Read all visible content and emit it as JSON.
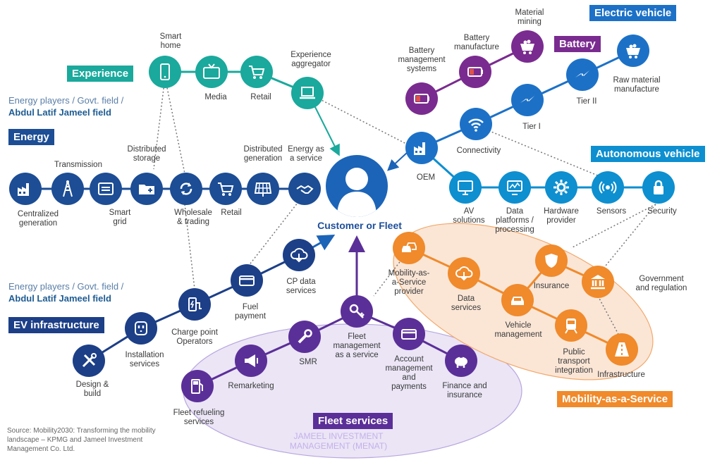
{
  "colors": {
    "energy": "#1c4d95",
    "experience": "#1aa99c",
    "ev_infra": "#1c3f87",
    "battery": "#7a2b8f",
    "ev": "#1c71c7",
    "autonomous": "#0d8fd0",
    "fleet": "#5b2f98",
    "maas": "#f08a2b"
  },
  "categories": {
    "experience": "Experience",
    "energy": "Energy",
    "ev_infrastructure": "EV infrastructure",
    "battery": "Battery",
    "electric_vehicle": "Electric vehicle",
    "autonomous_vehicle": "Autonomous vehicle",
    "fleet_services": "Fleet services",
    "maas": "Mobility-as-a-Service"
  },
  "notes": {
    "energy_line1": "Energy players / Govt. field /",
    "energy_line2": "Abdul Latif Jameel field",
    "ev_line1": "Energy players / Govt. field /",
    "ev_line2": "Abdul Latif Jameel field"
  },
  "hub": {
    "label": "Customer or Fleet"
  },
  "nodes": {
    "centralized_generation": "Centralized\ngeneration",
    "transmission": "Transmission",
    "smart_grid": "Smart\ngrid",
    "distributed_storage": "Distributed\nstorage",
    "wholesale_trading": "Wholesale\n& trading",
    "energy_retail": "Retail",
    "distributed_generation": "Distributed\ngeneration",
    "energy_as_service": "Energy as\na service",
    "smart_home": "Smart\nhome",
    "media": "Media",
    "experience_retail": "Retail",
    "experience_aggregator": "Experience\naggregator",
    "battery_mgmt": "Battery\nmanagement\nsystems",
    "battery_manufacture": "Battery\nmanufacture",
    "material_mining": "Material\nmining",
    "raw_material": "Raw material\nmanufacture",
    "tier2": "Tier II",
    "tier1": "Tier I",
    "connectivity": "Connectivity",
    "oem": "OEM",
    "av_solutions": "AV\nsolutions",
    "data_platforms": "Data\nplatforms /\nprocessing",
    "hardware_provider": "Hardware\nprovider",
    "sensors": "Sensors",
    "security": "Security",
    "design_build": "Design &\nbuild",
    "installation": "Installation\nservices",
    "charge_point": "Charge point\nOperators",
    "fuel_payment": "Fuel\npayment",
    "cp_data": "CP data\nservices",
    "fleet_refueling": "Fleet refueling\nservices",
    "remarketing": "Remarketing",
    "smr": "SMR",
    "fleet_mgmt": "Fleet\nmanagement\nas a service",
    "account_mgmt": "Account\nmanagement\nand\npayments",
    "finance_insurance": "Finance and\ninsurance",
    "maas_provider": "Mobility-as-\na-Service\nprovider",
    "maas_data": "Data\nservices",
    "vehicle_mgmt": "Vehicle\nmanagement",
    "insurance": "Insurance",
    "government": "Government\nand regulation",
    "public_transport": "Public\ntransport\nintegration",
    "infrastructure": "Infrastructure"
  },
  "icons": {
    "centralized_generation": "factory-icon",
    "transmission": "tower-icon",
    "smart_grid": "grid-icon",
    "distributed_storage": "folder-plus-icon",
    "wholesale_trading": "cycle-icon",
    "energy_retail": "cart-icon",
    "distributed_generation": "solar-panel-icon",
    "energy_as_service": "handshake-icon",
    "smart_home": "phone-icon",
    "media": "tv-icon",
    "experience_retail": "cart-icon",
    "experience_aggregator": "laptop-icon",
    "battery_mgmt": "battery-icon",
    "battery_manufacture": "battery-icon",
    "material_mining": "mine-cart-icon",
    "raw_material": "mine-cart-icon",
    "tier2": "bolt-icon",
    "tier1": "bolt-icon",
    "connectivity": "wifi-icon",
    "oem": "factory-icon",
    "av_solutions": "monitor-icon",
    "data_platforms": "chart-monitor-icon",
    "hardware_provider": "gear-icon",
    "sensors": "signal-icon",
    "security": "lock-icon",
    "design_build": "tools-icon",
    "installation": "socket-icon",
    "charge_point": "charger-icon",
    "fuel_payment": "card-icon",
    "cp_data": "cloud-download-icon",
    "fleet_refueling": "fuel-pump-icon",
    "remarketing": "megaphone-icon",
    "smr": "wrench-icon",
    "fleet_mgmt": "key-icon",
    "account_mgmt": "card-icon",
    "finance_insurance": "piggy-bank-icon",
    "maas_provider": "cars-icon",
    "maas_data": "cloud-download-icon",
    "vehicle_mgmt": "car-icon",
    "insurance": "shield-icon",
    "government": "bank-icon",
    "public_transport": "train-icon",
    "infrastructure": "road-icon"
  },
  "source": "Source: Mobility2030: Transforming the mobility landscape – KPMG and Jameel Investment Management Co. Ltd.",
  "watermark": "JAMEEL INVESTMENT\nMANAGEMENT (MENAT)"
}
